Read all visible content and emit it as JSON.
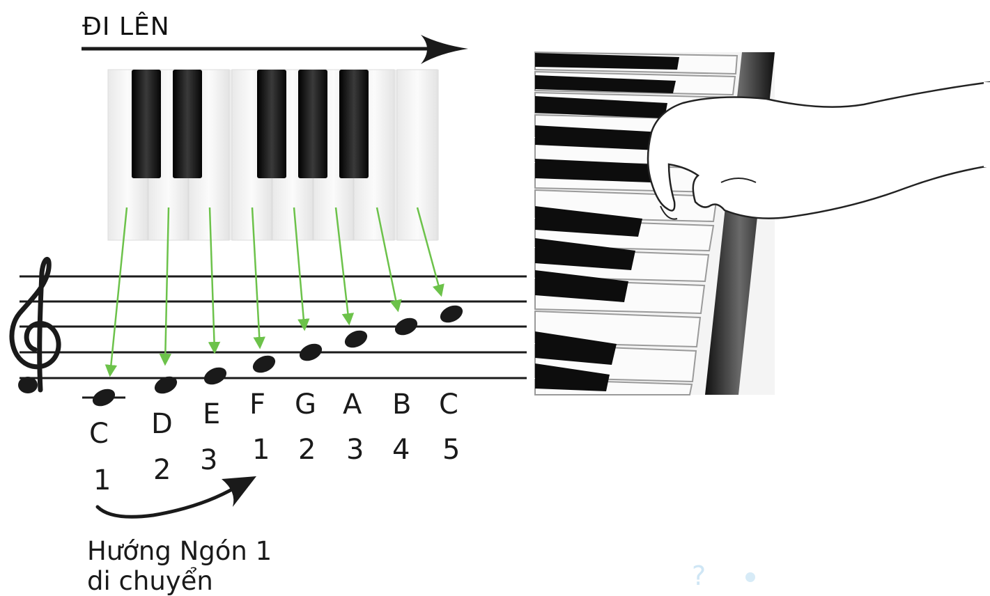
{
  "title": "ĐI LÊN",
  "notes": [
    {
      "letter": "C",
      "finger": "1"
    },
    {
      "letter": "D",
      "finger": "2"
    },
    {
      "letter": "E",
      "finger": "3"
    },
    {
      "letter": "F",
      "finger": "1"
    },
    {
      "letter": "G",
      "finger": "2"
    },
    {
      "letter": "A",
      "finger": "3"
    },
    {
      "letter": "B",
      "finger": "4"
    },
    {
      "letter": "C",
      "finger": "5"
    }
  ],
  "caption": {
    "line1": "Hướng Ngón 1",
    "line2": "di chuyển"
  },
  "colors": {
    "arrow_green": "#6cc24a",
    "ink": "#1a1a1a",
    "watermark": "#cfe6f5"
  }
}
